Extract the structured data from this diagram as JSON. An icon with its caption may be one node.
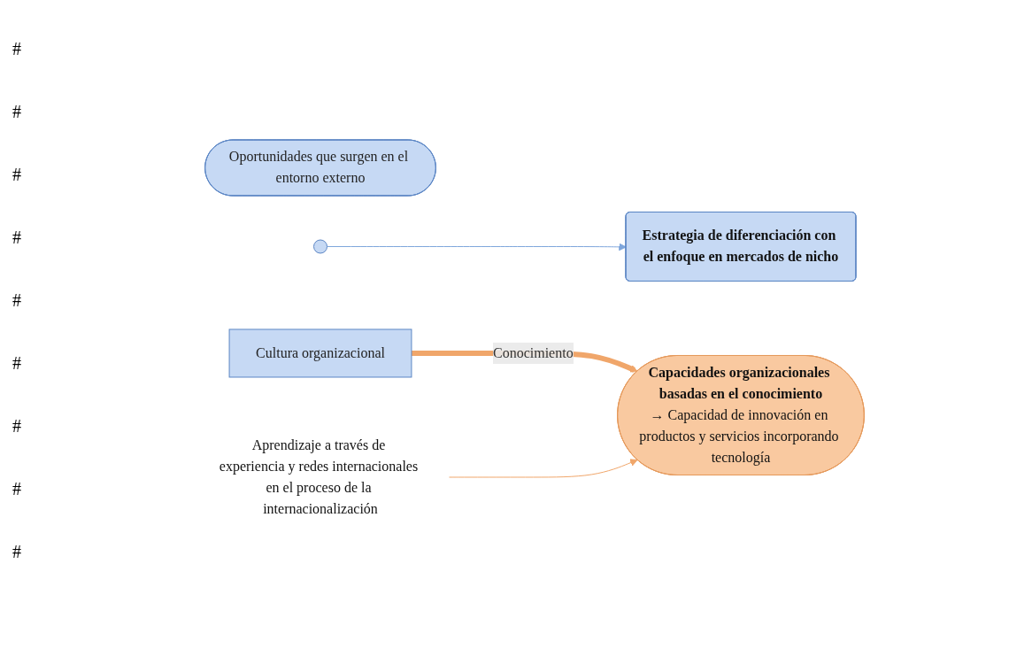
{
  "diagram": {
    "nodes": [
      {
        "text": [
          "Oportunidades que surgen en el entorno externo"
        ]
      },
      {
        "text": [],
        "shape": "plus"
      },
      {
        "text": [
          "Estrategia de diferenciación con el enfoque en mercados de nicho"
        ]
      },
      {
        "text": [
          "Cultura organizacional"
        ]
      },
      {
        "text": [
          "Capacidades organizacionales basadas en el conocimiento",
          "→ Capacidad de innovación en productos y servicios incorporando tecnología"
        ]
      },
      {
        "text": [
          "Aprendizaje a través de experiencia y redes internacionales en el proceso de la internacionalización"
        ]
      }
    ],
    "edges": [
      {
        "from": 1,
        "to": 2,
        "arrow": "to",
        "color": "#7ea6dc"
      },
      {
        "from": 3,
        "to": 4,
        "arrow": "to",
        "label": "Conocimiento",
        "style": "thick",
        "color": "#f0a66a"
      },
      {
        "from": 5,
        "to": 4,
        "arrow": "to",
        "color": "#f0a66a"
      }
    ],
    "labels": [
      "#",
      "#",
      "#",
      "#",
      "#",
      "#",
      "#",
      "#",
      "#"
    ]
  }
}
